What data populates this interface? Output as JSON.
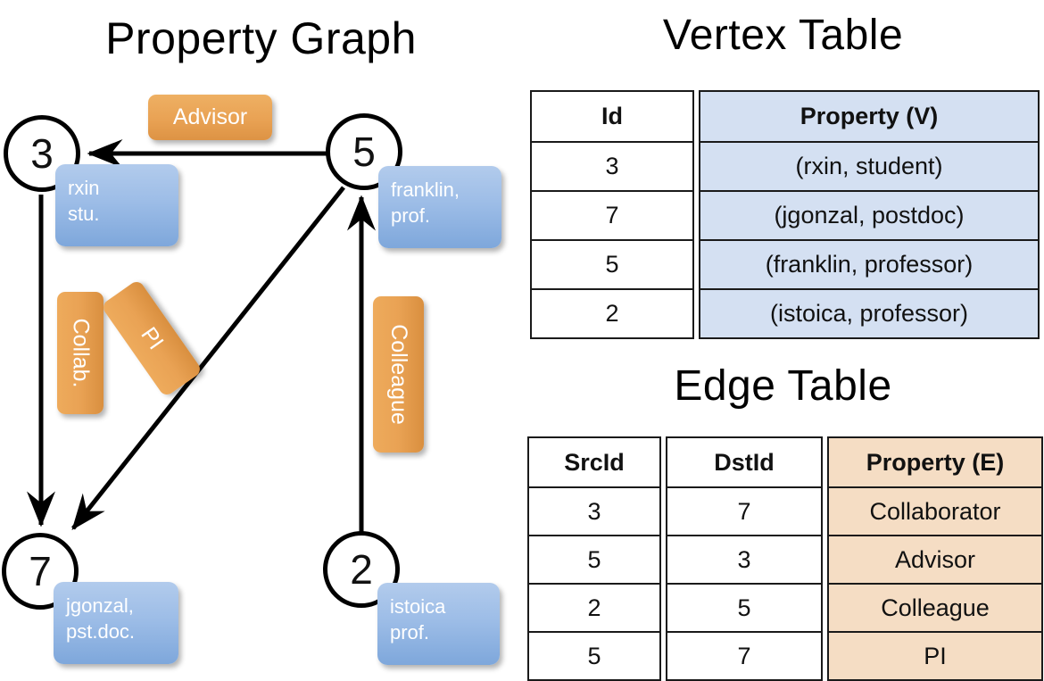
{
  "titles": {
    "property_graph": "Property Graph",
    "vertex_table": "Vertex Table",
    "edge_table": "Edge Table"
  },
  "graph": {
    "nodes": [
      {
        "id": "3",
        "label": "rxin\nstu."
      },
      {
        "id": "5",
        "label": "franklin,\nprof."
      },
      {
        "id": "7",
        "label": "jgonzal,\npst.doc."
      },
      {
        "id": "2",
        "label": "istoica\nprof."
      }
    ],
    "node_ids": {
      "three": "3",
      "five": "5",
      "seven": "7",
      "two": "2"
    },
    "properties": {
      "rxin_line1": "rxin",
      "rxin_line2": "stu.",
      "franklin_line1": "franklin,",
      "franklin_line2": "prof.",
      "jgonzal_line1": "jgonzal,",
      "jgonzal_line2": "pst.doc.",
      "istoica_line1": "istoica",
      "istoica_line2": "prof."
    },
    "edge_labels": {
      "advisor": "Advisor",
      "collab": "Collab.",
      "pi": "PI",
      "colleague": "Colleague"
    },
    "edges": [
      {
        "src": "5",
        "dst": "3",
        "label": "Advisor"
      },
      {
        "src": "3",
        "dst": "7",
        "label": "Collab."
      },
      {
        "src": "5",
        "dst": "7",
        "label": "PI"
      },
      {
        "src": "2",
        "dst": "5",
        "label": "Colleague"
      }
    ]
  },
  "vertex_table": {
    "headers": [
      "Id",
      "Property (V)"
    ],
    "rows": [
      {
        "id": "3",
        "property": "(rxin, student)"
      },
      {
        "id": "7",
        "property": "(jgonzal, postdoc)"
      },
      {
        "id": "5",
        "property": "(franklin, professor)"
      },
      {
        "id": "2",
        "property": "(istoica, professor)"
      }
    ]
  },
  "edge_table": {
    "headers": [
      "SrcId",
      "DstId",
      "Property (E)"
    ],
    "rows": [
      {
        "src": "3",
        "dst": "7",
        "property": "Collaborator"
      },
      {
        "src": "5",
        "dst": "3",
        "property": "Advisor"
      },
      {
        "src": "2",
        "dst": "5",
        "property": "Colleague"
      },
      {
        "src": "5",
        "dst": "7",
        "property": "PI"
      }
    ]
  },
  "colors": {
    "vertex_property_fill": "#d4e0f2",
    "edge_property_fill": "#f5ddc4",
    "node_box_blue": "#9dbde7",
    "edge_badge_orange": "#e9a254",
    "stroke": "#000000",
    "background": "#ffffff"
  }
}
